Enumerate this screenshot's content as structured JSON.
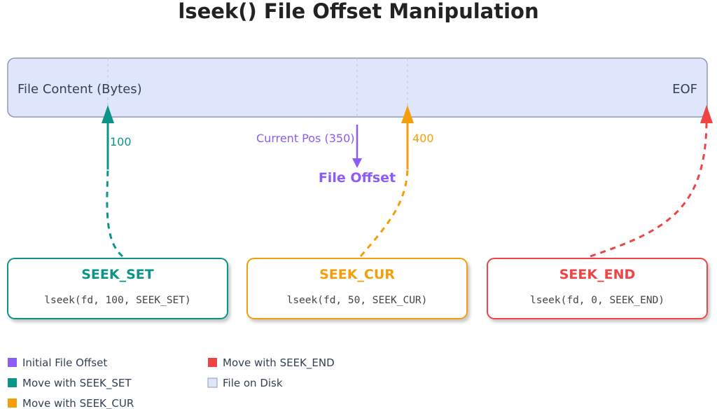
{
  "title": "lseek() File Offset Manipulation",
  "colors": {
    "initial": "#8b5cf6",
    "seek_set": "#0d9488",
    "seek_cur": "#f59e0b",
    "seek_end": "#ef4444",
    "file": "#dfe6fb",
    "file_border": "#8e9bb0",
    "text": "#334155"
  },
  "file": {
    "label": "File Content (Bytes)",
    "eof_label": "EOF"
  },
  "pointers": {
    "current_pos_label": "Current Pos (350)",
    "file_offset_label": "File Offset",
    "set_label": "100",
    "cur_label": "400"
  },
  "boxes": [
    {
      "title": "SEEK_SET",
      "code": "lseek(fd, 100, SEEK_SET)"
    },
    {
      "title": "SEEK_CUR",
      "code": "lseek(fd, 50, SEEK_CUR)"
    },
    {
      "title": "SEEK_END",
      "code": "lseek(fd, 0, SEEK_END)"
    }
  ],
  "legend": [
    {
      "label": "Initial File Offset",
      "color": "#8b5cf6"
    },
    {
      "label": "Move with SEEK_SET",
      "color": "#0d9488"
    },
    {
      "label": "Move with SEEK_CUR",
      "color": "#f59e0b"
    },
    {
      "label": "Move with SEEK_END",
      "color": "#ef4444"
    },
    {
      "label": "File on Disk",
      "color": "#dfe6fb"
    }
  ]
}
